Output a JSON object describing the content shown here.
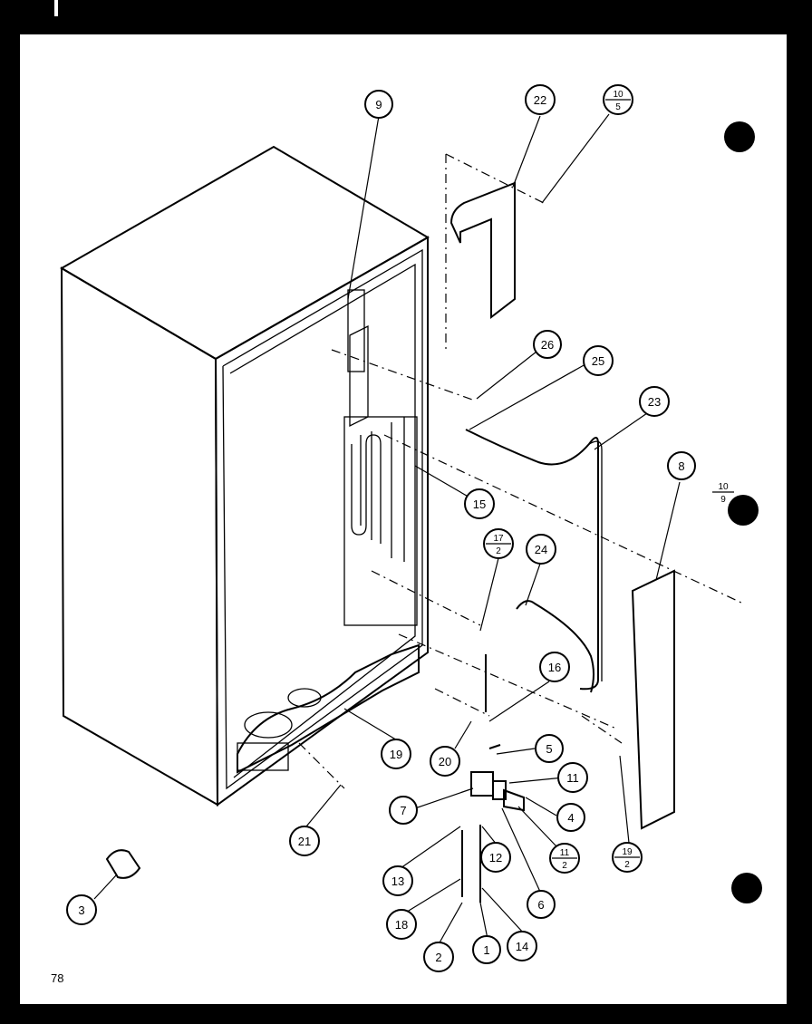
{
  "page_number": "78",
  "callouts": {
    "c9": "9",
    "c22": "22",
    "c26": "26",
    "c25": "25",
    "c23": "23",
    "c8": "8",
    "c15": "15",
    "c24": "24",
    "c16": "16",
    "c5": "5",
    "c11": "11",
    "c4": "4",
    "c7": "7",
    "c6": "6",
    "c20": "20",
    "c19": "19",
    "c21": "21",
    "c3": "3",
    "c13": "13",
    "c12": "12",
    "c18": "18",
    "c2": "2",
    "c1": "1",
    "c14": "14"
  },
  "fractions": {
    "f10_5": {
      "top": "10",
      "bottom": "5"
    },
    "f17_2": {
      "top": "17",
      "bottom": "2"
    },
    "f10_9": {
      "top": "10",
      "bottom": "9"
    },
    "f11_2": {
      "top": "11",
      "bottom": "2"
    },
    "f19_2": {
      "top": "19",
      "bottom": "2"
    }
  }
}
